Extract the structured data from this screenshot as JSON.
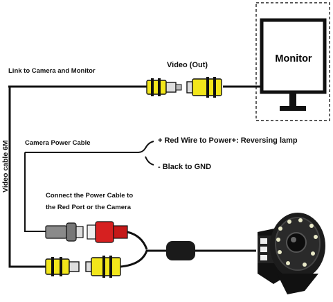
{
  "labels": {
    "monitor": "Monitor",
    "video_out": "Video (Out)",
    "link": "Link to Camera and Monitor",
    "camera_power_cable": "Camera Power Cable",
    "red_wire": "+ Red Wire to Power+: Reversing lamp",
    "black_wire": "- Black to GND",
    "connect_line1": "Connect the Power Cable to",
    "connect_line2": "the Red Port or the Camera",
    "video_cable": "Video cable 6M"
  },
  "colors": {
    "rca_yellow": "#f2e61b",
    "plug_red": "#d62020",
    "plug_grey": "#8a8a8a",
    "cable": "#111111"
  }
}
